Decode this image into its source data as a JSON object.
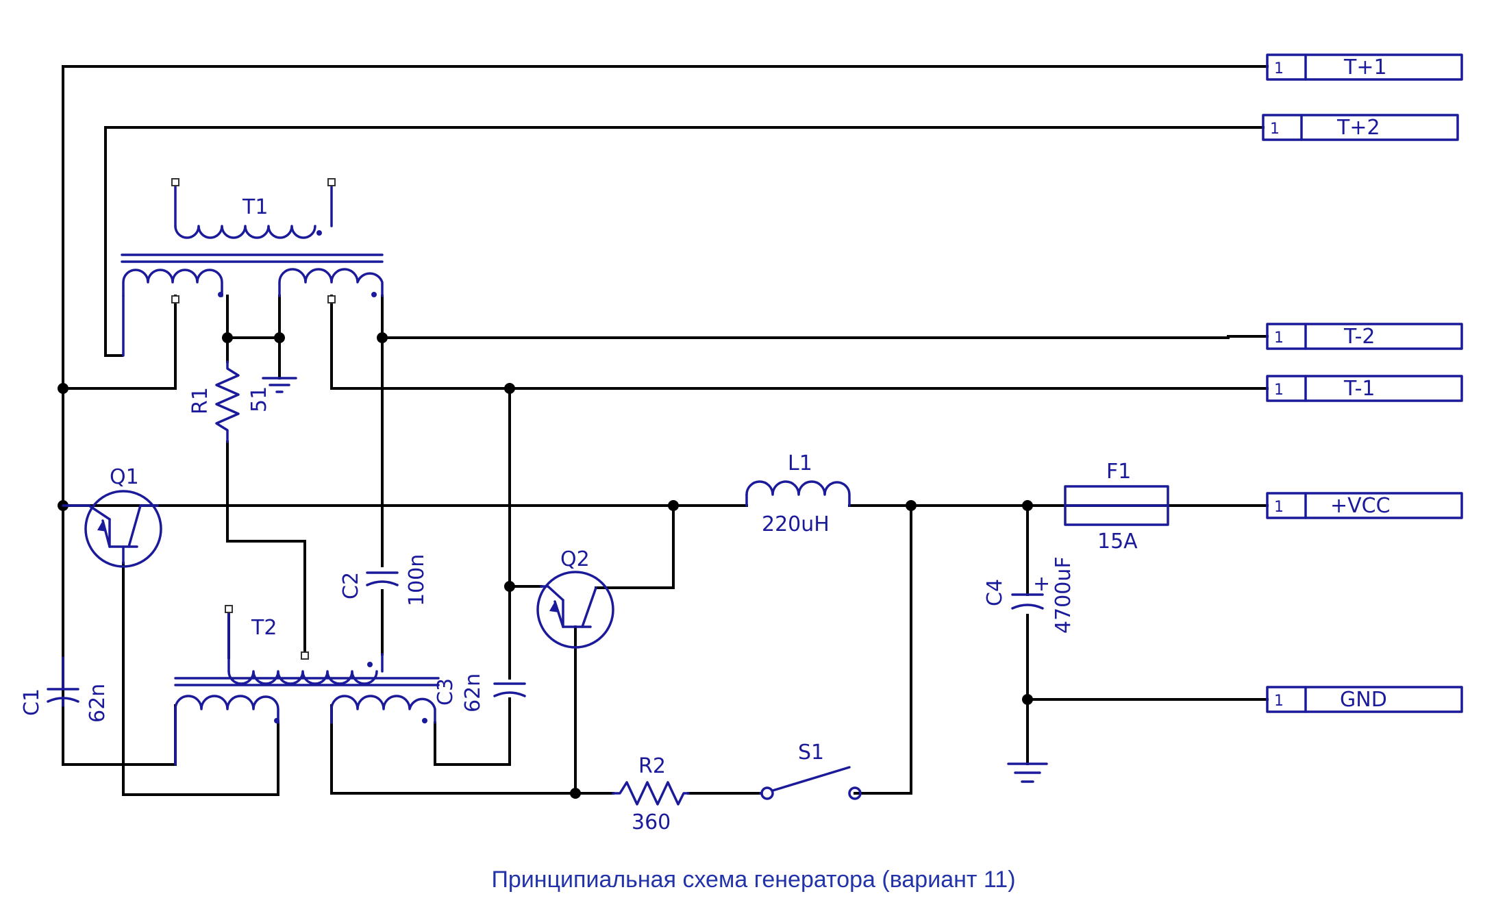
{
  "caption": "Принципиальная схема генератора (вариант 11)",
  "colors": {
    "symbol": "#1a1a9a",
    "wire": "#000000",
    "caption": "#2233aa"
  },
  "connectors": [
    {
      "pin": "1",
      "label": "T+1"
    },
    {
      "pin": "1",
      "label": "T+2"
    },
    {
      "pin": "1",
      "label": "T-2"
    },
    {
      "pin": "1",
      "label": "T-1"
    },
    {
      "pin": "1",
      "label": "+VCC"
    },
    {
      "pin": "1",
      "label": "GND"
    }
  ],
  "components": {
    "T1": {
      "ref": "T1"
    },
    "T2": {
      "ref": "T2"
    },
    "R1": {
      "ref": "R1",
      "value": "51"
    },
    "R2": {
      "ref": "R2",
      "value": "360"
    },
    "C1": {
      "ref": "C1",
      "value": "62n"
    },
    "C2": {
      "ref": "C2",
      "value": "100n"
    },
    "C3": {
      "ref": "C3",
      "value": "62n"
    },
    "C4": {
      "ref": "C4",
      "value": "4700uF",
      "polarity": "+"
    },
    "Q1": {
      "ref": "Q1"
    },
    "Q2": {
      "ref": "Q2"
    },
    "L1": {
      "ref": "L1",
      "value": "220uH"
    },
    "F1": {
      "ref": "F1",
      "value": "15A"
    },
    "S1": {
      "ref": "S1"
    }
  }
}
